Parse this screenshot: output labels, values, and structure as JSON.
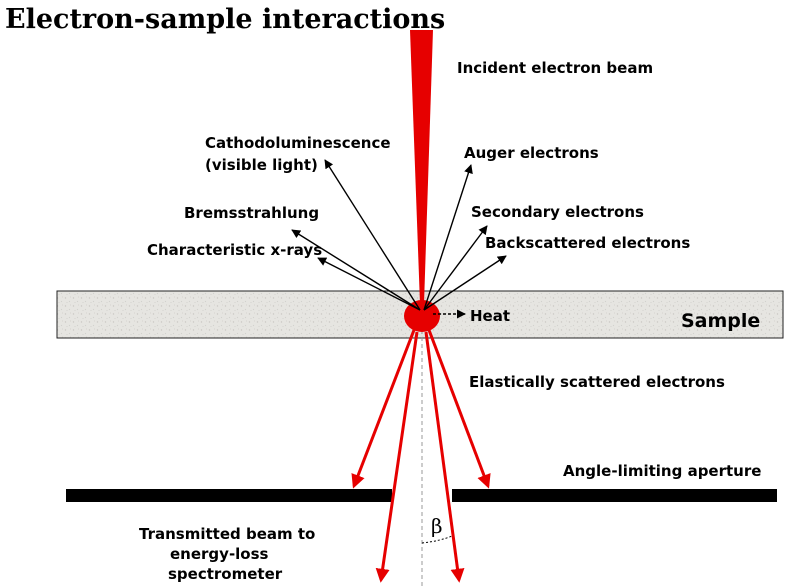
{
  "title": "Electron-sample interactions",
  "labels": {
    "incident_beam": "Incident electron beam",
    "cathodoluminescence_line1": "Cathodoluminescence",
    "cathodoluminescence_line2": "(visible light)",
    "auger": "Auger electrons",
    "bremsstrahlung": "Bremsstrahlung",
    "secondary": "Secondary electrons",
    "characteristic": "Characteristic x-rays",
    "backscattered": "Backscattered electrons",
    "heat": "Heat",
    "sample": "Sample",
    "elastic": "Elastically scattered electrons",
    "aperture": "Angle-limiting aperture",
    "transmitted_line1": "Transmitted beam to",
    "transmitted_line2": "energy-loss",
    "transmitted_line3": "spectrometer",
    "beta": "β"
  },
  "colors": {
    "beam": "#e60000",
    "sample_fill": "#e4e3df",
    "aperture": "#000000",
    "arrows": "#000000"
  }
}
